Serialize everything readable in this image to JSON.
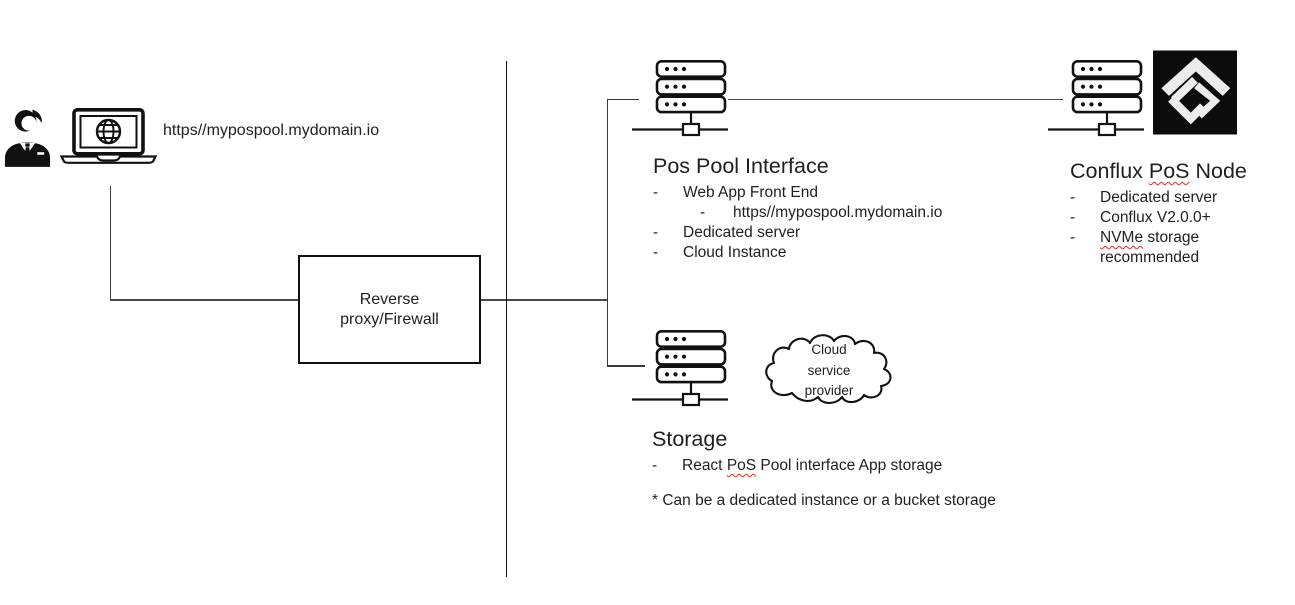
{
  "colors": {
    "text": "#1f1f1f",
    "connector_line": "#3a3a3a",
    "box_border": "#111111",
    "squiggle_red": "#dd2b20",
    "logo_background": "#0c0c0c",
    "logo_foreground": "#ececec"
  },
  "icons": {
    "person": "businessman-icon",
    "laptop": "laptop-globe-icon",
    "server": "server-rack-icon",
    "conflux_logo": "conflux-logo-icon",
    "cloud": "cloud-icon"
  },
  "marker": {
    "dash": "-"
  },
  "client": {
    "url": "https//mypospool.mydomain.io"
  },
  "reverse_proxy": {
    "line1": "Reverse",
    "line2": "proxy/Firewall"
  },
  "pos_pool_interface": {
    "title": "Pos Pool Interface",
    "bullet1": "Web App Front End",
    "bullet1_sub": "https//mypospool.mydomain.io",
    "bullet2": "Dedicated server",
    "bullet3": "Cloud Instance"
  },
  "conflux_node": {
    "title_pre": "Conflux ",
    "title_flagged": "PoS",
    "title_post": " Node",
    "bullet1": "Dedicated server",
    "bullet2": "Conflux V2.0.0+",
    "bullet3_flagged": "NVMe",
    "bullet3_post": " storage",
    "bullet3_cont": "recommended"
  },
  "storage": {
    "title": "Storage",
    "bullet1_pre": "React ",
    "bullet1_flagged": "PoS",
    "bullet1_post": " Pool interface App storage",
    "footnote": "* Can be a dedicated instance or a bucket storage"
  },
  "cloud": {
    "line1": "Cloud",
    "line2": "service",
    "line3": "provider"
  }
}
